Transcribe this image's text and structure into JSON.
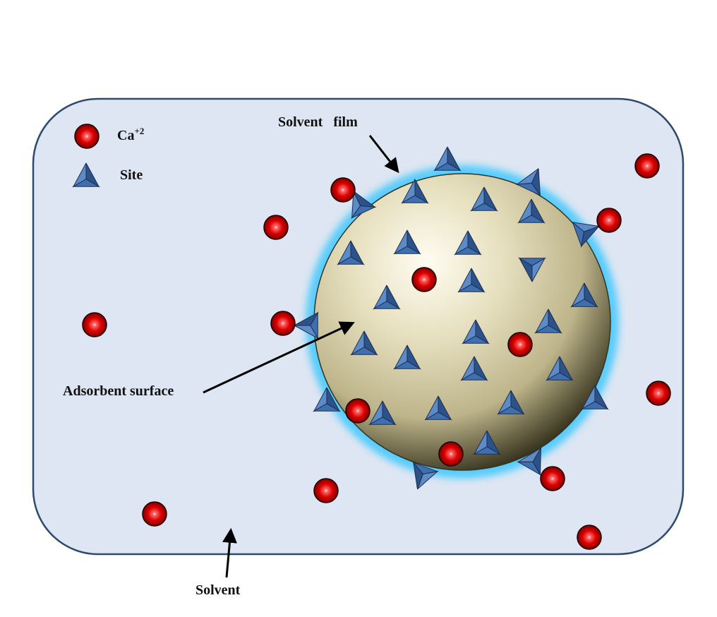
{
  "colors": {
    "solvent_fill": "#dde6f2",
    "solvent_border": "#2e4a6e",
    "film_glow": "#39c6ff",
    "sphere_light": "#fffdf2",
    "sphere_mid": "#cdc49b",
    "sphere_dark": "#2b2814",
    "ion_fill": "#dd0000",
    "site_fill": "#3f6fae",
    "arrow": "#000000"
  },
  "icons": {
    "ion": "red-sphere-icon",
    "site": "blue-triangle-icon"
  },
  "legend": {
    "ion_label": "Ca",
    "ion_charge": "+2",
    "site_label": "Site"
  },
  "labels": {
    "solvent_film": "Solvent   film",
    "adsorbent_surface": "Adsorbent surface",
    "solvent": "Solvent"
  }
}
